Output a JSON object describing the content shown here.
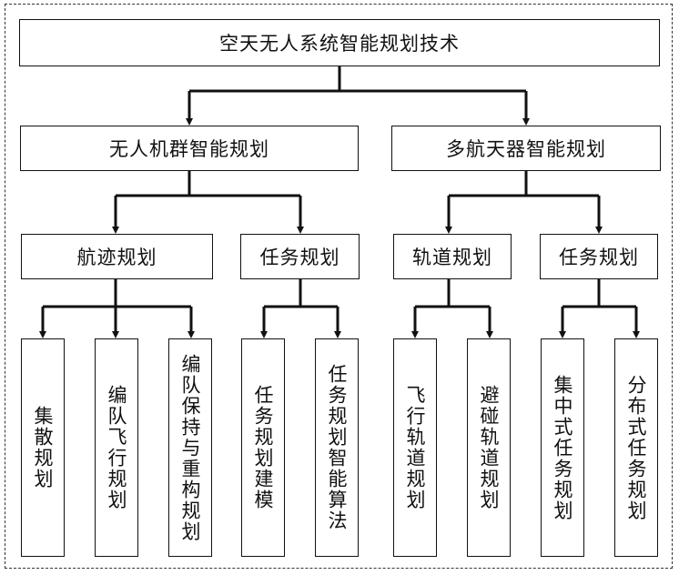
{
  "root": "空天无人系统智能规划技术",
  "branches": [
    {
      "label": "无人机群智能规划",
      "groups": [
        {
          "label": "航迹规划",
          "leaves": [
            "集散规划",
            "编队飞行规划",
            "编队保持与重构规划"
          ]
        },
        {
          "label": "任务规划",
          "leaves": [
            "任务规划建模",
            "任务规划智能算法"
          ]
        }
      ]
    },
    {
      "label": "多航天器智能规划",
      "groups": [
        {
          "label": "轨道规划",
          "leaves": [
            "飞行轨道规划",
            "避碰轨道规划"
          ]
        },
        {
          "label": "任务规划",
          "leaves": [
            "集中式任务规划",
            "分布式任务规划"
          ]
        }
      ]
    }
  ]
}
